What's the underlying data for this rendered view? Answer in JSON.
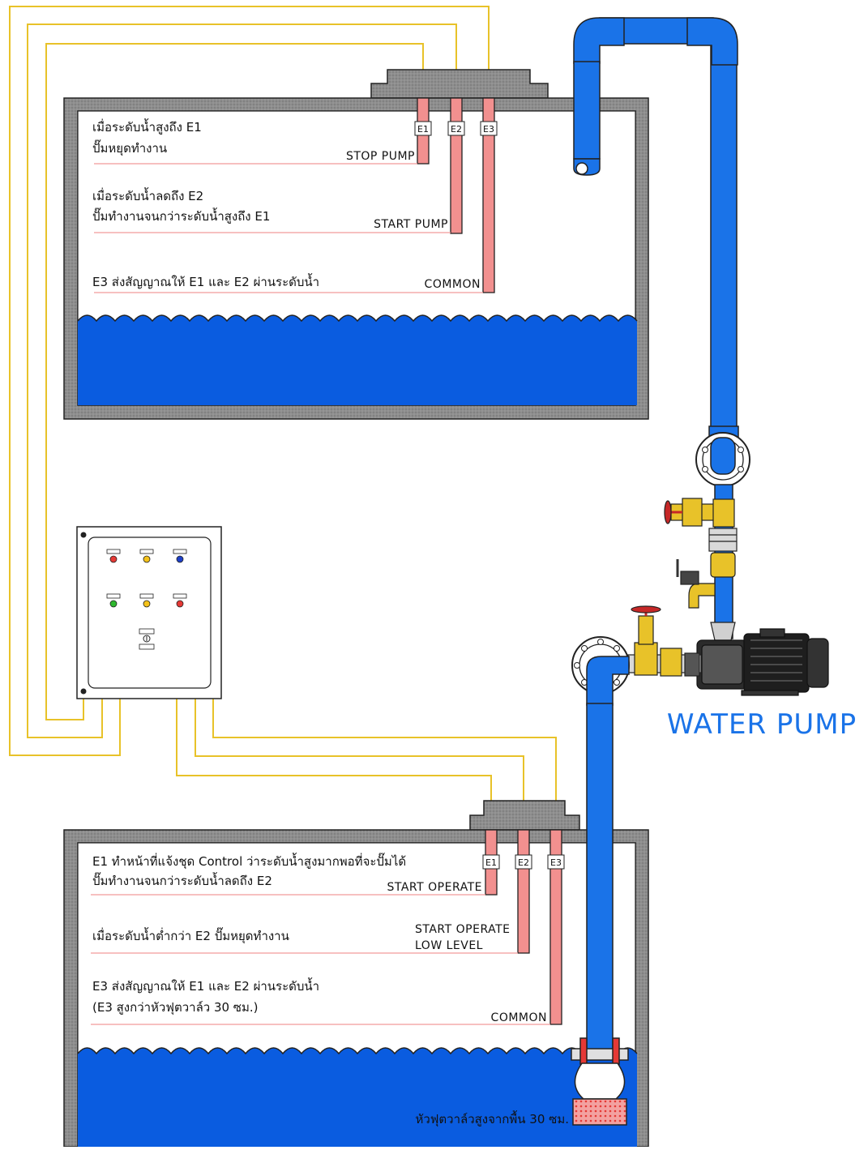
{
  "upper_tank": {
    "probes": [
      "E1",
      "E2",
      "E3"
    ],
    "notes": [
      {
        "line1": "เมื่อระดับน้ำสูงถึง E1",
        "line2": "ปั๊มหยุดทำงาน",
        "tag": "STOP PUMP"
      },
      {
        "line1": "เมื่อระดับน้ำลดถึง E2",
        "line2": "ปั๊มทำงานจนกว่าระดับน้ำสูงถึง E1",
        "tag": "START PUMP"
      },
      {
        "line1": "E3 ส่งสัญญาณให้ E1 และ E2 ผ่านระดับน้ำ",
        "line2": "",
        "tag": "COMMON"
      }
    ]
  },
  "lower_tank": {
    "probes": [
      "E1",
      "E2",
      "E3"
    ],
    "notes": [
      {
        "line1": "E1 ทำหน้าที่แจ้งชุด Control ว่าระดับน้ำสูงมากพอที่จะปั๊มได้",
        "line2": "ปั๊มทำงานจนกว่าระดับน้ำลดถึง E2",
        "tag": "START OPERATE",
        "tag2": ""
      },
      {
        "line1": "เมื่อระดับน้ำต่ำกว่า E2 ปั๊มหยุดทำงาน",
        "line2": "",
        "tag": "START OPERATE",
        "tag2": "LOW LEVEL"
      },
      {
        "line1": "E3 ส่งสัญญาณให้ E1 และ E2 ผ่านระดับน้ำ",
        "line2": "(E3 สูงกว่าหัวฟุตวาล์ว 30 ซม.)",
        "tag": "COMMON",
        "tag2": ""
      }
    ],
    "foot_valve_note": "หัวฟุตวาล์วสูงจากพื้น 30 ซม."
  },
  "pump_label": "WATER PUMP",
  "colors": {
    "pipe": "#1a73e8",
    "water": "#0a5ce0",
    "wire": "#e8c229",
    "probe": "#f2908f",
    "tank_wall": "#8c8c8c",
    "pump_label": "#1a73e8"
  },
  "control_panel": {
    "lamp_colors_row1": [
      "#e53935",
      "#f4c21a",
      "#1e40c8"
    ],
    "lamp_colors_row2": [
      "#2eb82e",
      "#f4c21a",
      "#e53935"
    ]
  }
}
